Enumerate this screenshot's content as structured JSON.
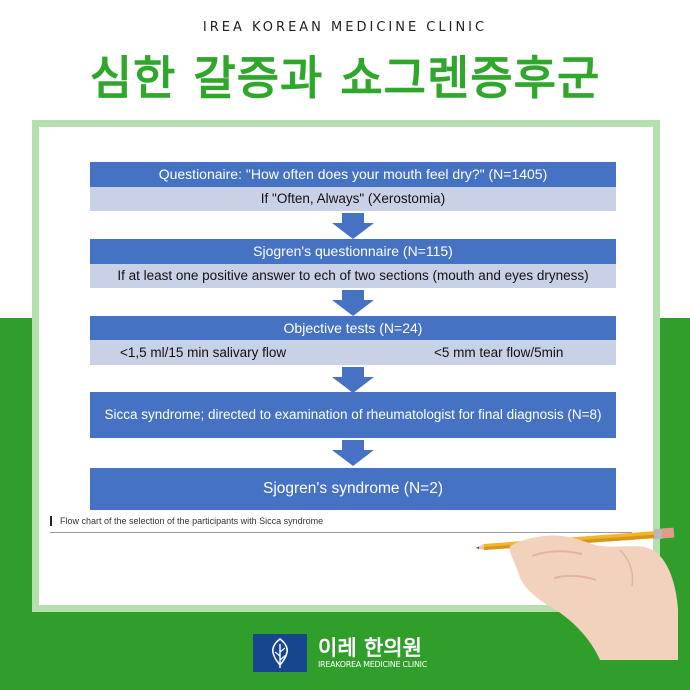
{
  "header": {
    "clinic_name": "IREA KOREAN MEDICINE CLINIC",
    "headline": "심한 갈증과 쇼그렌증후군"
  },
  "flowchart": {
    "step1_title": "Questionaire: \"How often does your mouth feel dry?\" (N=1405)",
    "step1_note": "If \"Often, Always\" (Xerostomia)",
    "step2_title": "Sjogren's questionnaire (N=115)",
    "step2_note": "If at least one positive answer to ech of two sections (mouth and eyes dryness)",
    "step3_title": "Objective tests (N=24)",
    "step3_note_left": "<1,5 ml/15 min salivary flow",
    "step3_note_right": "<5 mm tear flow/5min",
    "step4_title": "Sicca syndrome; directed to examination of rheumatologist for final diagnosis (N=8)",
    "step5_title": "Sjogren's syndrome (N=2)",
    "caption": "Flow chart of the selection of the participants with Sicca syndrome"
  },
  "footer": {
    "name": "이레 한의원",
    "sub": "IREAKOREA MEDICINE CLINIC"
  },
  "colors": {
    "brand_green": "#2fa72a",
    "box_blue": "#4672c4",
    "box_light": "#c9d1e7",
    "logo_navy": "#17468f"
  }
}
